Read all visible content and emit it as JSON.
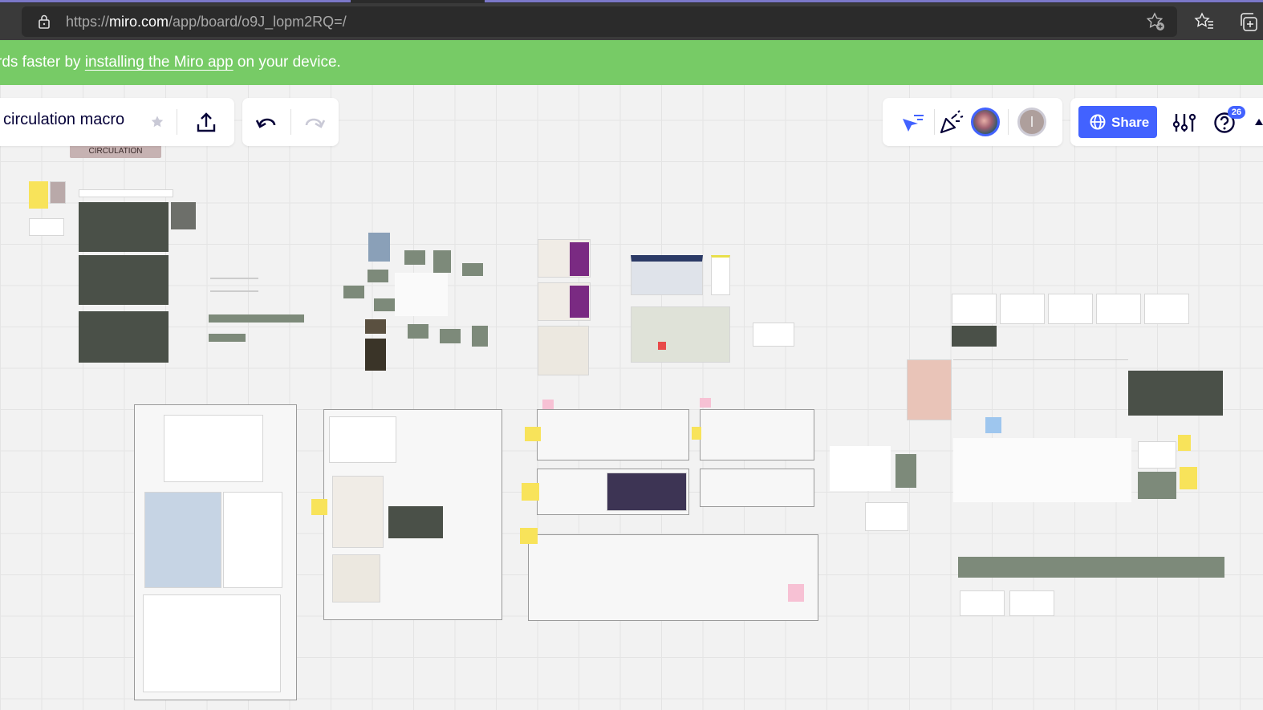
{
  "browser": {
    "url_prefix": "https://",
    "url_domain": "miro.com",
    "url_path": "/app/board/o9J_lopm2RQ=/"
  },
  "banner": {
    "text_before": "rds faster by ",
    "link": "installing the Miro app",
    "text_after": " on your device."
  },
  "board": {
    "title": "circulation macro",
    "frame_label": "CIRCULATION"
  },
  "toolbar_right": {
    "share_label": "Share",
    "user_initial": "I",
    "notification_count": "26"
  },
  "colors": {
    "accent": "#4262ff",
    "banner": "#77cb66",
    "sticky": "#f8e35a"
  }
}
